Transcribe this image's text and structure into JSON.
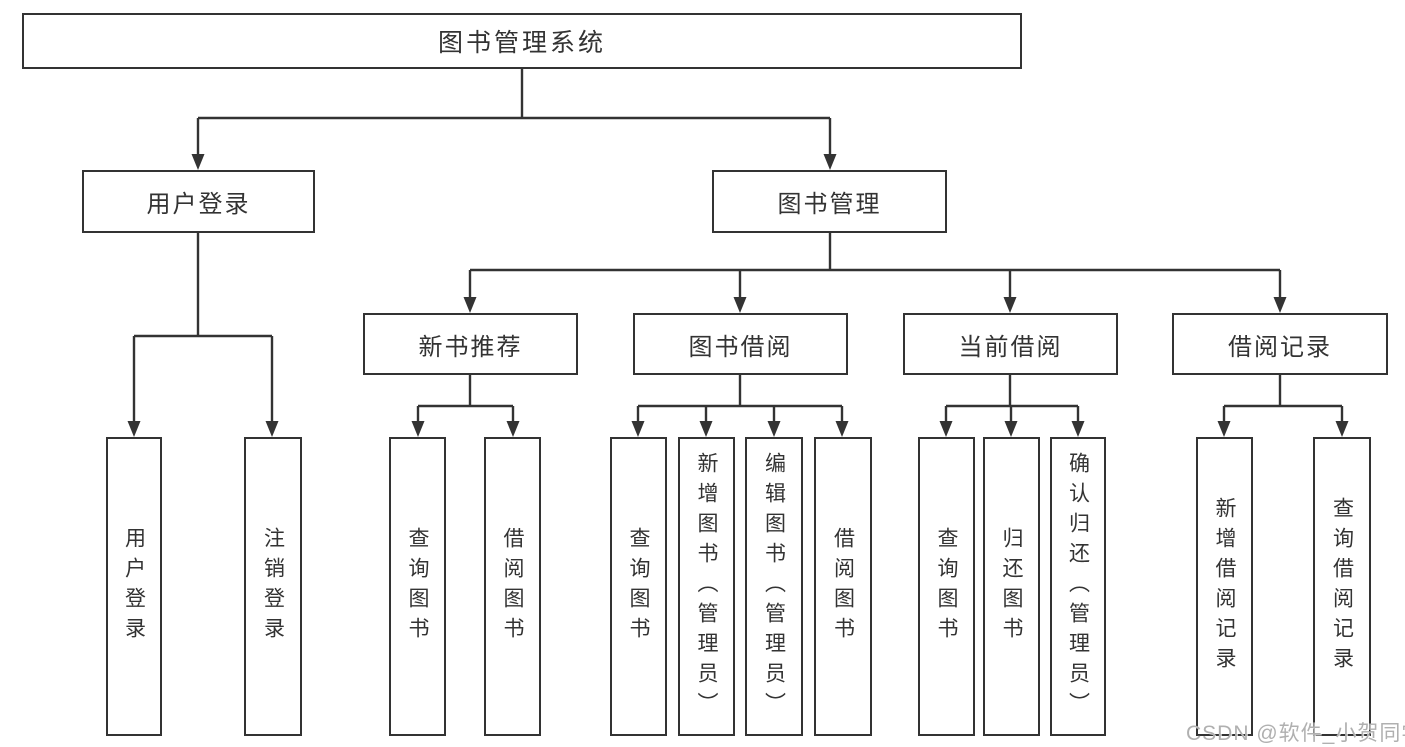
{
  "diagram_title": "图书管理系统",
  "nodes": {
    "root": "图书管理系统",
    "user_login": "用户登录",
    "book_mgmt": "图书管理",
    "new_book_rec": "新书推荐",
    "book_borrow": "图书借阅",
    "current_borrow": "当前借阅",
    "borrow_records": "借阅记录",
    "leaf_user_login": "用户登录",
    "leaf_logout": "注销登录",
    "leaf_query_book_1": "查询图书",
    "leaf_borrow_book_1": "借阅图书",
    "leaf_query_book_2": "查询图书",
    "leaf_add_book": "新增图书（管理员）",
    "leaf_edit_book": "编辑图书（管理员）",
    "leaf_borrow_book_2": "借阅图书",
    "leaf_query_book_3": "查询图书",
    "leaf_return_book": "归还图书",
    "leaf_confirm_return": "确认归还（管理员）",
    "leaf_add_record": "新增借阅记录",
    "leaf_query_record": "查询借阅记录"
  },
  "edges": [
    {
      "parent": "图书管理系统",
      "children": [
        "用户登录",
        "图书管理"
      ]
    },
    {
      "parent": "用户登录",
      "children": [
        "用户登录",
        "注销登录"
      ]
    },
    {
      "parent": "图书管理",
      "children": [
        "新书推荐",
        "图书借阅",
        "当前借阅",
        "借阅记录"
      ]
    },
    {
      "parent": "新书推荐",
      "children": [
        "查询图书",
        "借阅图书"
      ]
    },
    {
      "parent": "图书借阅",
      "children": [
        "查询图书",
        "新增图书（管理员）",
        "编辑图书（管理员）",
        "借阅图书"
      ]
    },
    {
      "parent": "当前借阅",
      "children": [
        "查询图书",
        "归还图书",
        "确认归还（管理员）"
      ]
    },
    {
      "parent": "借阅记录",
      "children": [
        "新增借阅记录",
        "查询借阅记录"
      ]
    }
  ],
  "watermark": "CSDN @软件_小贺同学",
  "colors": {
    "line": "#333333",
    "text": "#333333",
    "box_fill": "#ffffff",
    "background": "#ffffff",
    "watermark": "#b0b0b0"
  }
}
